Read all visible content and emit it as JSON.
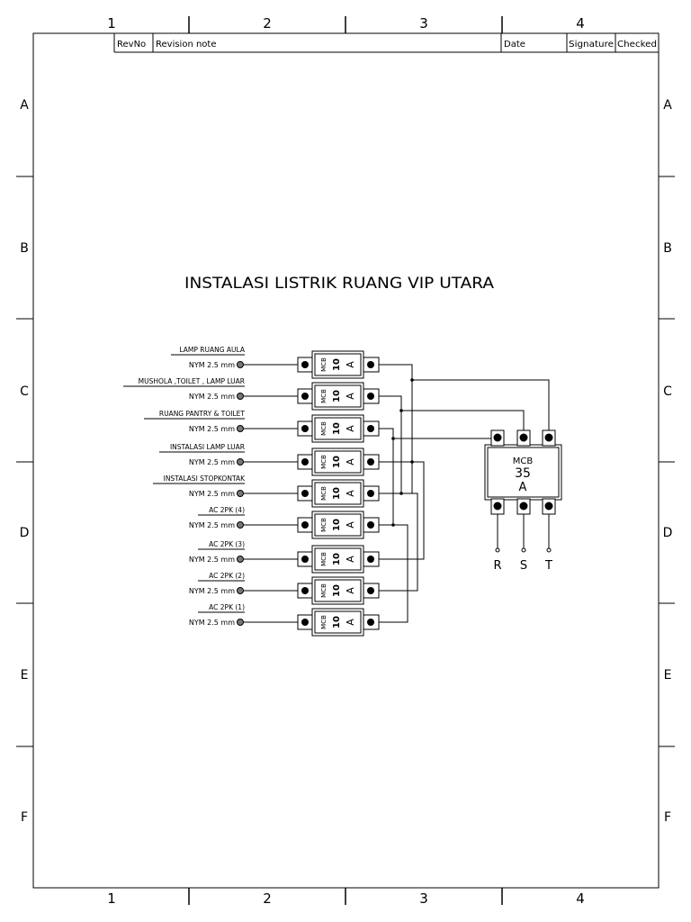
{
  "frame": {
    "columns": [
      "1",
      "2",
      "3",
      "4"
    ],
    "rows": [
      "A",
      "B",
      "C",
      "D",
      "E",
      "F"
    ]
  },
  "revision_table": {
    "rev_no": "RevNo",
    "note": "Revision note",
    "date": "Date",
    "signature": "Signature",
    "checked": "Checked"
  },
  "title": "INSTALASI LISTRIK RUANG VIP UTARA",
  "circuits": [
    {
      "label": "LAMP RUANG AULA",
      "cable": "NYM 2.5 mm"
    },
    {
      "label": "MUSHOLA ,TOILET , LAMP LUAR",
      "cable": "NYM 2.5 mm"
    },
    {
      "label": "RUANG PANTRY & TOILET",
      "cable": "NYM 2.5 mm"
    },
    {
      "label": "INSTALASI LAMP LUAR",
      "cable": "NYM 2.5 mm"
    },
    {
      "label": "INSTALASI STOPKONTAK",
      "cable": "NYM 2.5 mm"
    },
    {
      "label": "AC 2PK (4)",
      "cable": "NYM 2.5 mm"
    },
    {
      "label": "AC 2PK (3)",
      "cable": "NYM 2.5 mm"
    },
    {
      "label": "AC 2PK (2)",
      "cable": "NYM 2.5 mm"
    },
    {
      "label": "AC 2PK (1)",
      "cable": "NYM 2.5 mm"
    }
  ],
  "branch_mcb": {
    "type": "MCB",
    "rating": "10",
    "unit": "A"
  },
  "main_mcb": {
    "type": "MCB",
    "rating": "35",
    "unit": "A"
  },
  "phases": [
    "R",
    "S",
    "T"
  ]
}
